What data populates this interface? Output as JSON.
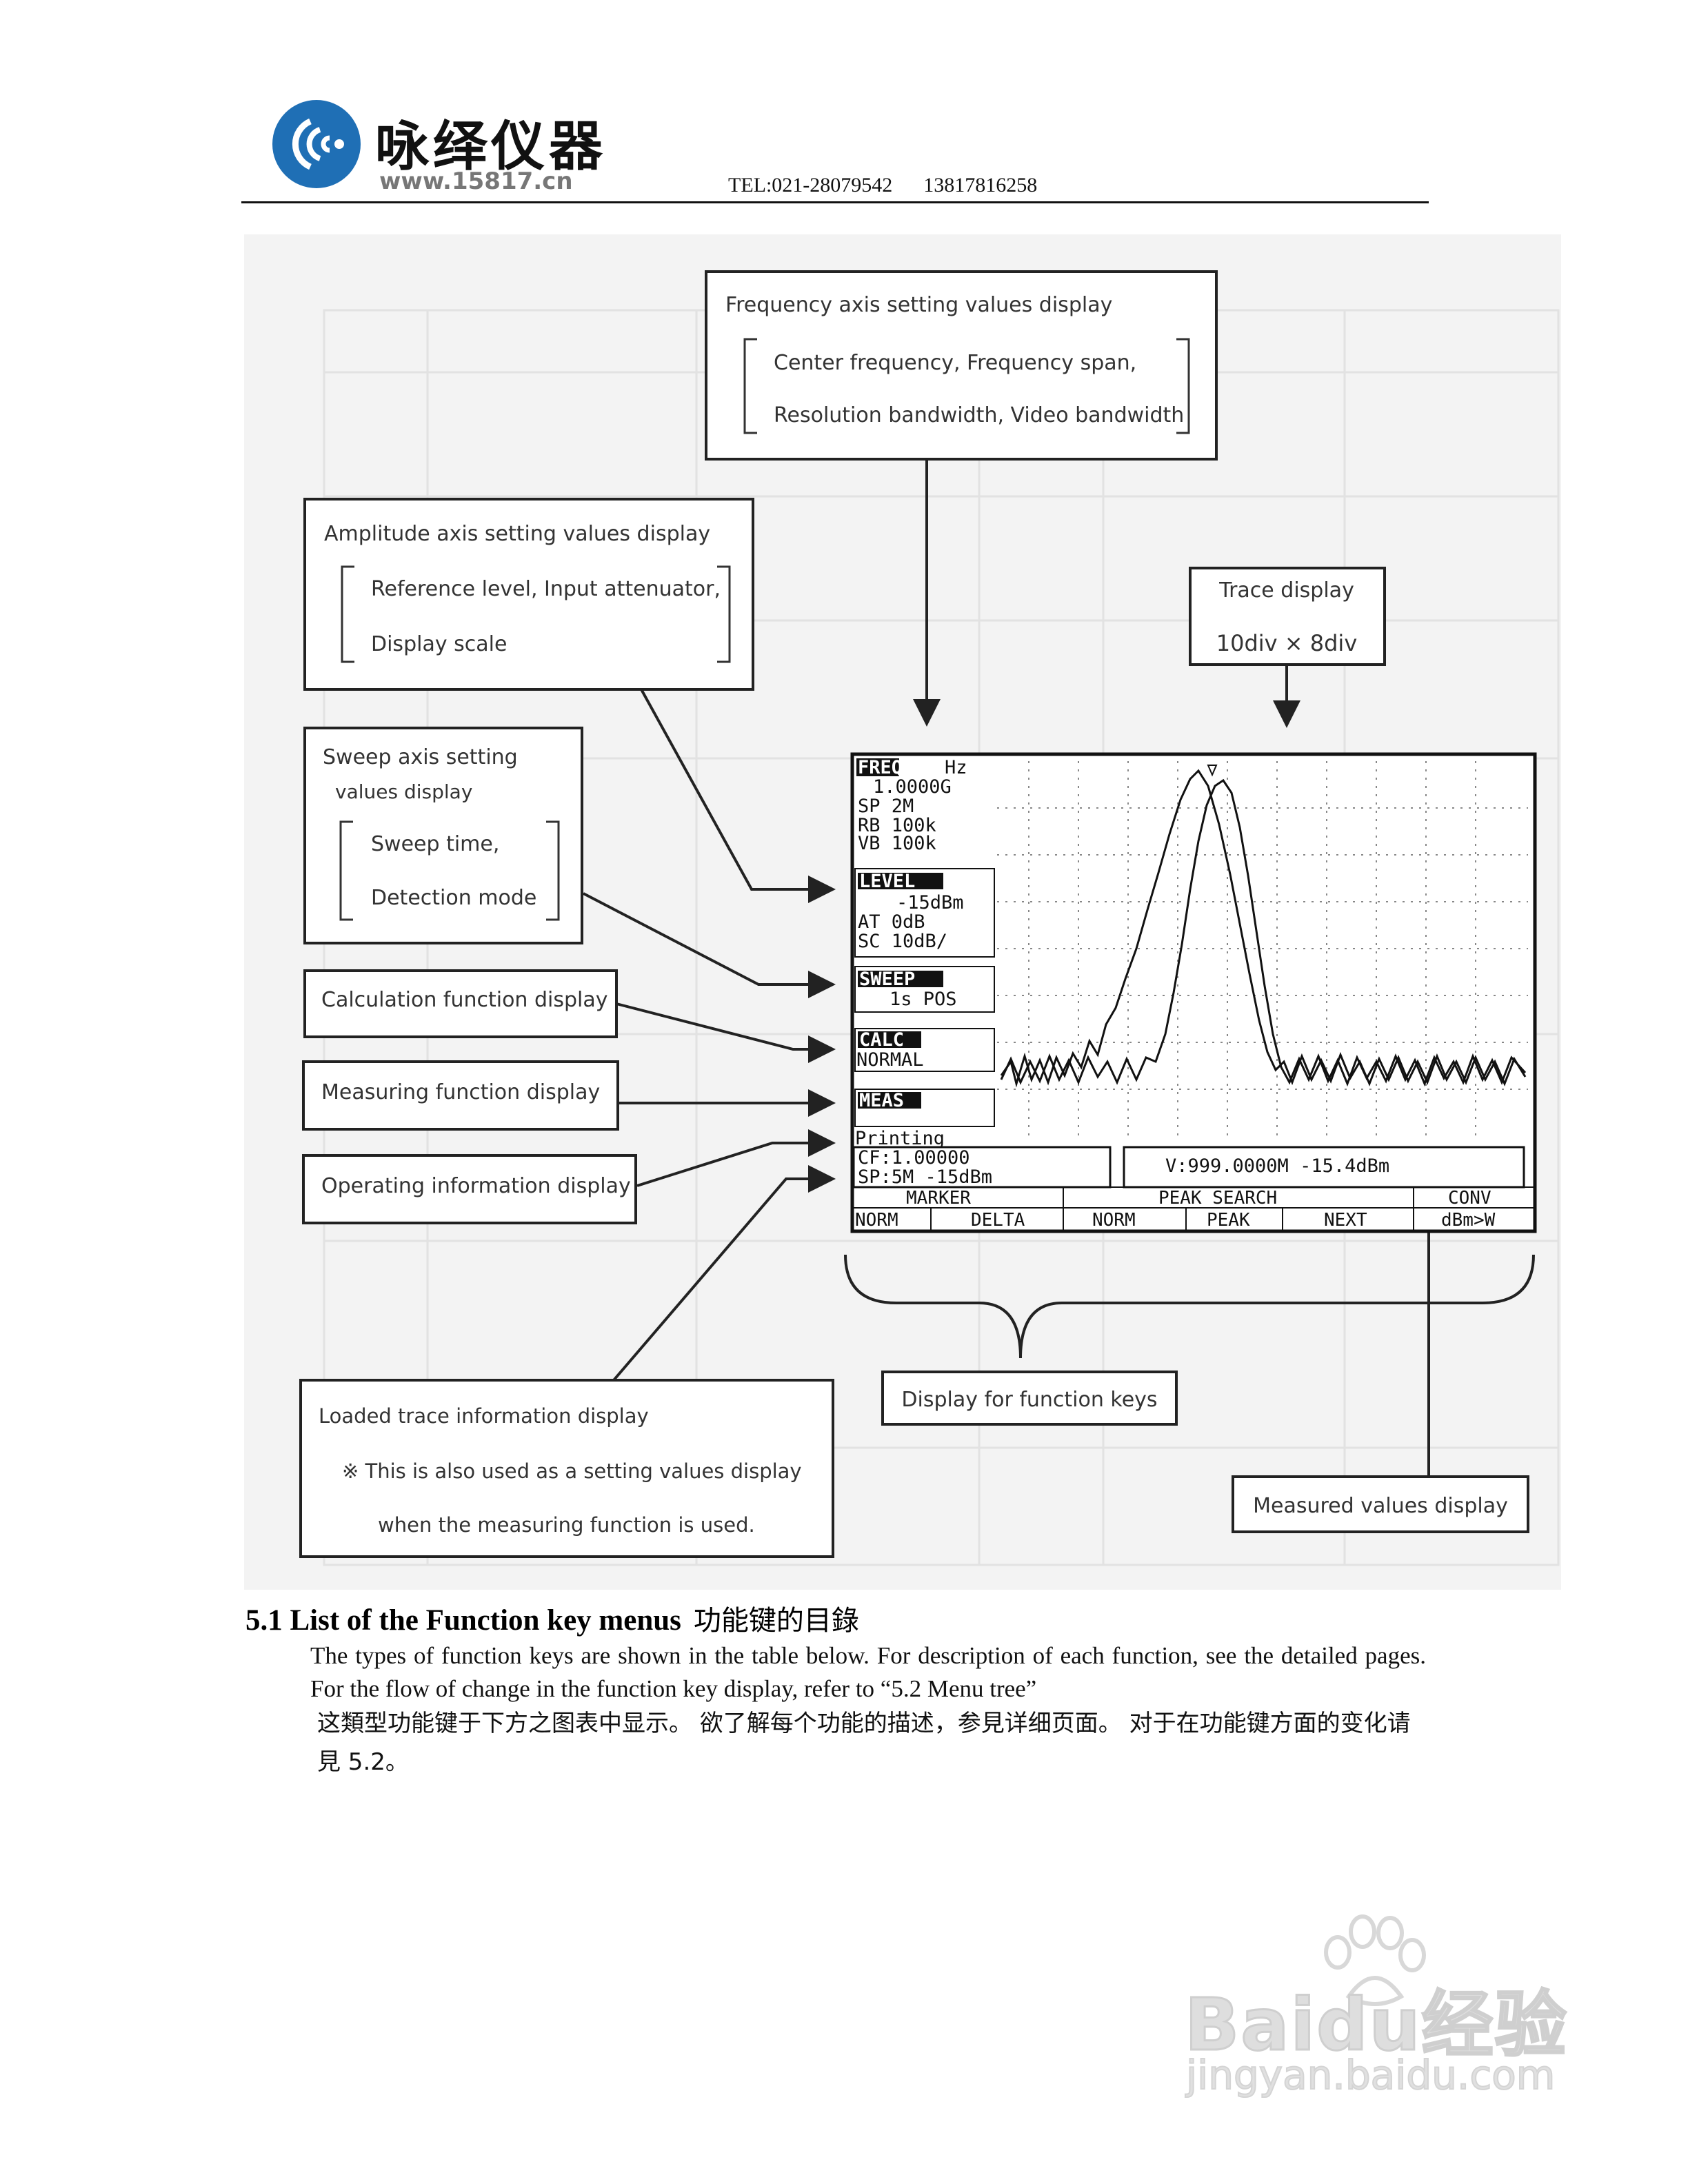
{
  "header": {
    "brand_cn": "咏绎仪器",
    "url": "www.15817.cn",
    "contact": "TEL:021-28079542      13817816258"
  },
  "figure": {
    "frequency_box": {
      "title": "Frequency axis setting values display",
      "line1": "Center frequency, Frequency span,",
      "line2": "Resolution bandwidth, Video bandwidth"
    },
    "amplitude_box": {
      "title": "Amplitude axis setting values display",
      "line1": "Reference level, Input attenuator,",
      "line2": "Display scale"
    },
    "sweep_box": {
      "title1": "Sweep axis setting",
      "title2": "values display",
      "line1": "Sweep time,",
      "line2": "Detection mode"
    },
    "calc_label": "Calculation function display",
    "meas_label": "Measuring function display",
    "oper_label": "Operating information display",
    "trace_box": {
      "title": "Trace display",
      "line": "10div × 8div"
    },
    "loaded_box": {
      "title": "Loaded trace information display",
      "note1": "※  This is also used as a setting values display",
      "note2": "when the measuring function is used."
    },
    "function_keys_label": "Display for function keys",
    "measured_label": "Measured values display",
    "screen": {
      "freq_tag": "FREQ",
      "freq_unit": "Hz",
      "freq_value": "1.0000G",
      "sp": "SP 2M",
      "rb": "RB 100k",
      "vb": "VB 100k",
      "level_tag": "LEVEL",
      "level_value": "-15dBm",
      "at": "AT  0dB",
      "sc": "SC  10dB/",
      "sweep_tag": "SWEEP",
      "sweep_value": "1s POS",
      "calc_tag": "CALC",
      "calc_value": "NORMAL",
      "meas_tag": "MEAS",
      "printing": "Printing",
      "cf_line": "CF:1.00000",
      "sp_line": "SP:5M    -15dBm",
      "marker_readout": "V:999.0000M  -15.4dBm",
      "group_marker": "MARKER",
      "group_peak": "PEAK SEARCH",
      "group_conv": "CONV",
      "key1": "NORM",
      "key2": "DELTA",
      "key3": "NORM",
      "key4": "PEAK",
      "key5": "NEXT",
      "key6": "dBm>W"
    }
  },
  "section": {
    "heading_en": "5.1 List of the Function key menus",
    "heading_cn": "功能键的目錄",
    "para_en": "The types of function keys are shown in the table below. For description of each function, see the detailed pages. For the flow of change in the function key display, refer to “5.2 Menu tree”",
    "para_cn": "这類型功能键于下方之图表中显示。 欲了解每个功能的描述，参見详细页面。 对于在功能键方面的变化请見 5.2。"
  },
  "watermark": {
    "text": "Baidu经验",
    "url": "jingyan.baidu.com"
  }
}
